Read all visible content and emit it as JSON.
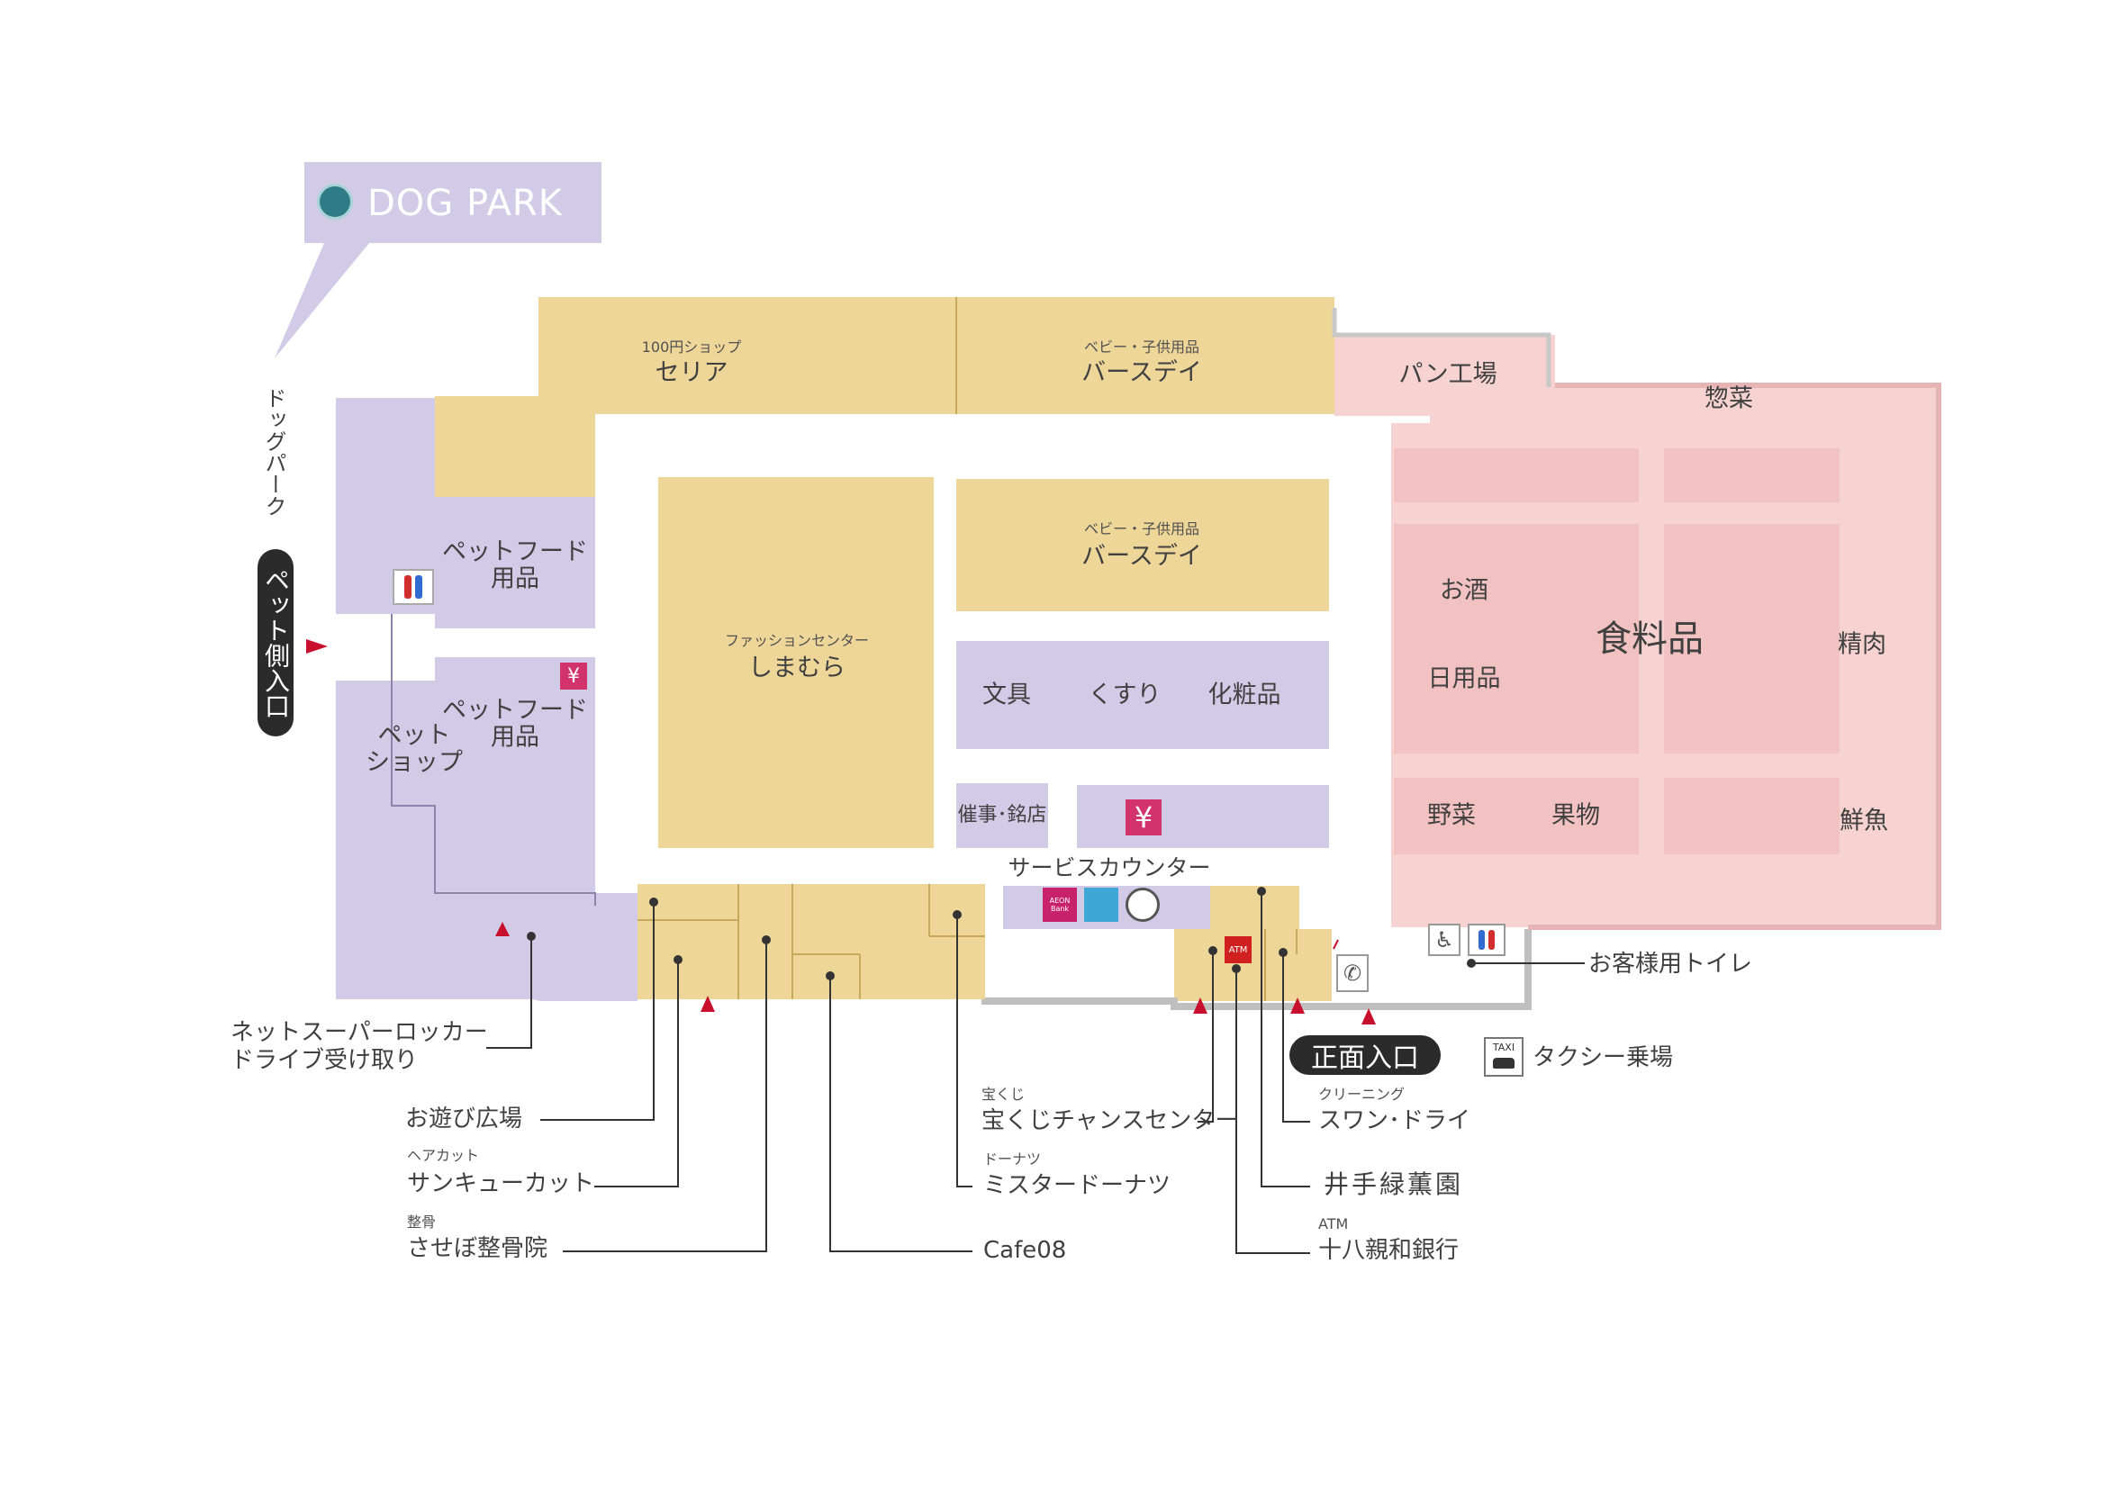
{
  "dog_park": {
    "banner": "DOG PARK",
    "side_label": "ドッグパーク",
    "pet_entrance": "ペット側入口"
  },
  "stores": {
    "seria_caption": "100円ショップ",
    "seria": "セリア",
    "baby_top_caption": "ベビー・子供用品",
    "baby_top": "バースデイ",
    "baby_mid_caption": "ベビー・子供用品",
    "baby_mid": "バースデイ",
    "shimamura_caption": "ファッションセンター",
    "shimamura": "しまむら",
    "stationery": "文具",
    "medicine": "くすり",
    "cosmetics": "化粧品",
    "events": "催事･銘店",
    "service_counter": "サービスカウンター",
    "bakery": "パン工場",
    "deli": "惣菜",
    "food": "食料品",
    "liquor": "お酒",
    "daily_goods": "日用品",
    "meat": "精肉",
    "vegetables": "野菜",
    "fruit": "果物",
    "fish": "鮮魚",
    "petfood_1": "ペットフード\n用品",
    "petfood_2": "ペットフード\n用品",
    "pet_shop": "ペット\nショップ"
  },
  "callouts": {
    "locker": "ネットスーパーロッカー\nドライブ受け取り",
    "playground": "お遊び広場",
    "haircut_caption": "ヘアカット",
    "haircut": "サンキューカット",
    "seikotsu_caption": "整骨",
    "seikotsu": "させぼ整骨院",
    "cafe": "Cafe08",
    "lottery_caption": "宝くじ",
    "lottery": "宝くじチャンスセンター",
    "donut_caption": "ドーナツ",
    "donut": "ミスタードーナツ",
    "atm_caption": "ATM",
    "bank": "十八親和銀行",
    "tea": "井手緑薫園",
    "cleaning_caption": "クリーニング",
    "cleaning": "スワン･ドライ",
    "toilet": "お客様用トイレ",
    "taxi": "タクシー乗場",
    "taxi_sign": "TAXI",
    "main_entrance": "正面入口",
    "atm_badge": "ATM",
    "aeon_bank": "AEON Bank",
    "yen": "¥"
  },
  "colors": {
    "yellow_zone": "#eed699",
    "purple_zone": "#d2cbe8",
    "pink_zone": "#f6d2d1",
    "entrance_marker": "#c8102e",
    "pill": "#2b2b2b"
  }
}
